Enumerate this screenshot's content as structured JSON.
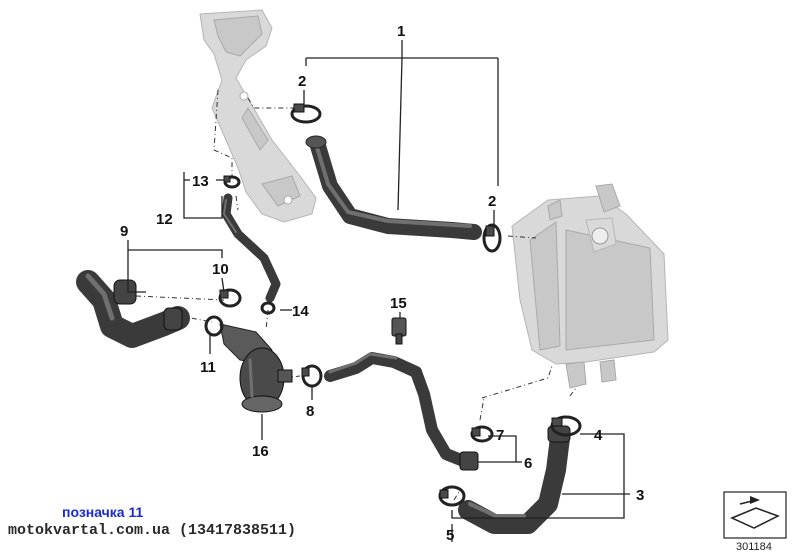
{
  "callouts": {
    "c1": "1",
    "c2a": "2",
    "c2b": "2",
    "c3": "3",
    "c4": "4",
    "c5": "5",
    "c6": "6",
    "c7": "7",
    "c8": "8",
    "c9": "9",
    "c10": "10",
    "c11": "11",
    "c12": "12",
    "c13": "13",
    "c14": "14",
    "c15": "15",
    "c16": "16"
  },
  "watermark": {
    "label": "позначка 11",
    "site": "motokvartal.com.ua (13417838511)"
  },
  "reference_number": "301184"
}
